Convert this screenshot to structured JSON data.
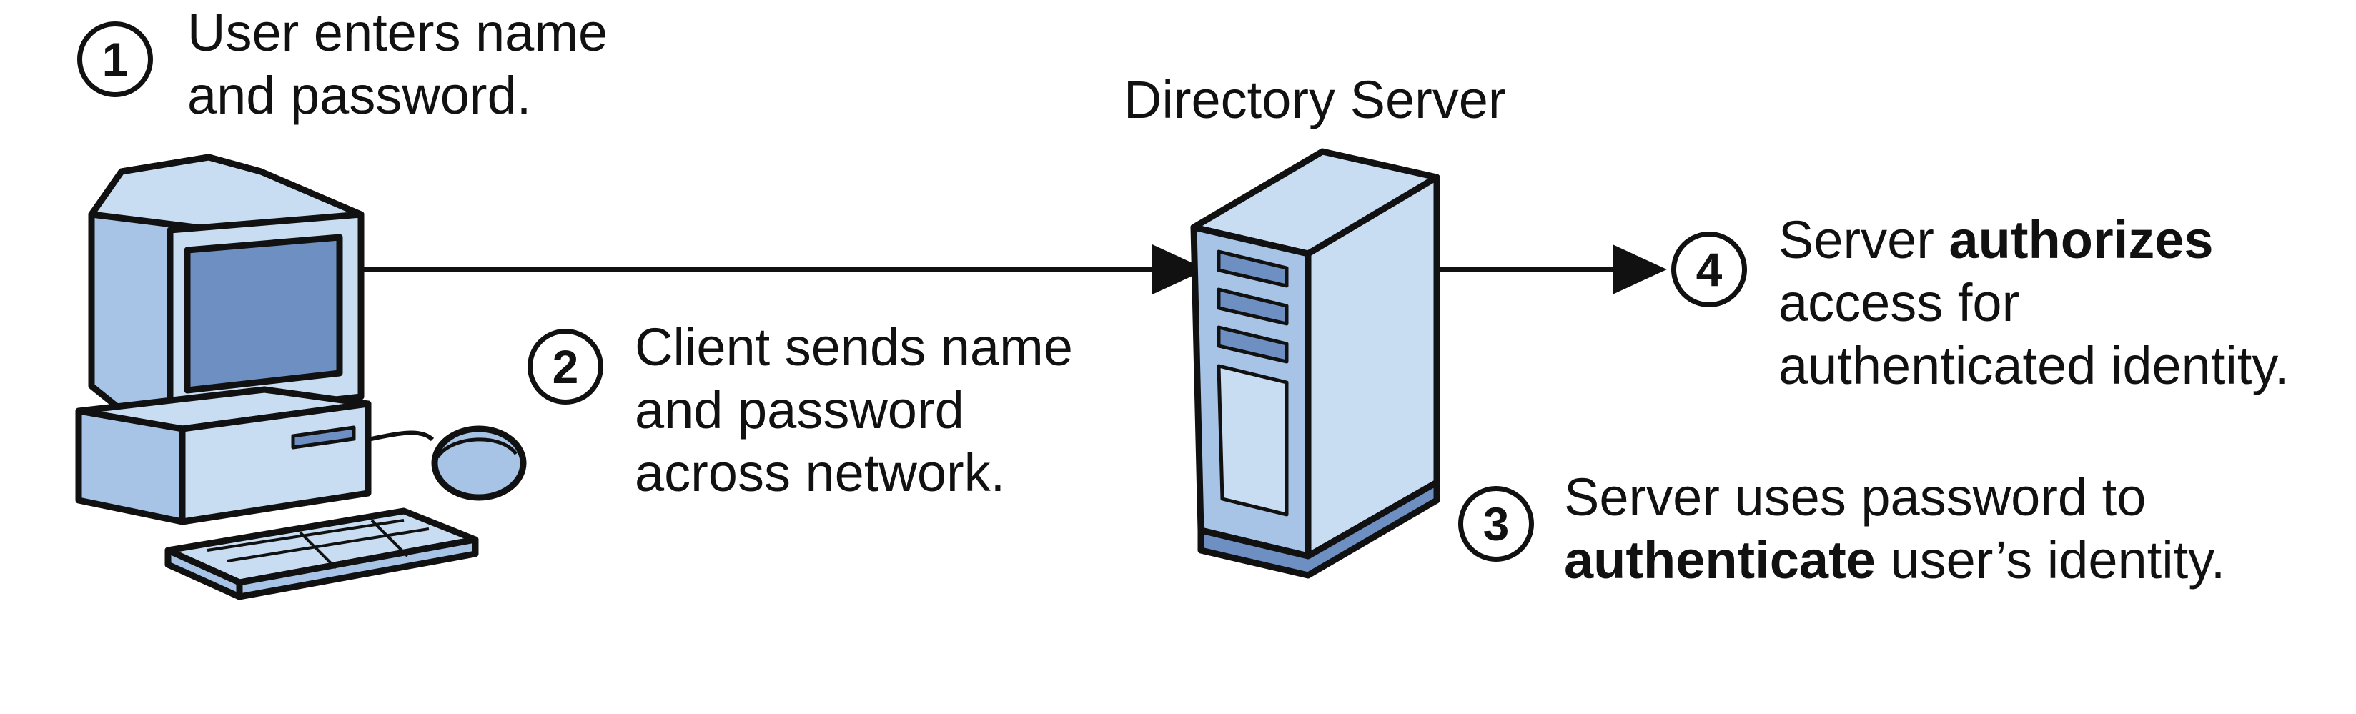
{
  "diagram": {
    "server_title": "Directory Server",
    "colors": {
      "fill_light": "#c9ddf2",
      "fill_mid": "#a7c4e6",
      "fill_dark": "#6d8fc2",
      "outline": "#111111"
    },
    "steps": [
      {
        "number": "1",
        "line1": "User enters name",
        "line2": "and password."
      },
      {
        "number": "2",
        "line1": "Client sends name",
        "line2": "and password",
        "line3": "across network."
      },
      {
        "number": "3",
        "line1": "Server uses password to",
        "line2_bold": "authenticate",
        "line2_rest": " user’s identity."
      },
      {
        "number": "4",
        "line1_plain": "Server ",
        "line1_bold": "authorizes",
        "line2": "access for",
        "line3": "authenticated identity."
      }
    ]
  }
}
